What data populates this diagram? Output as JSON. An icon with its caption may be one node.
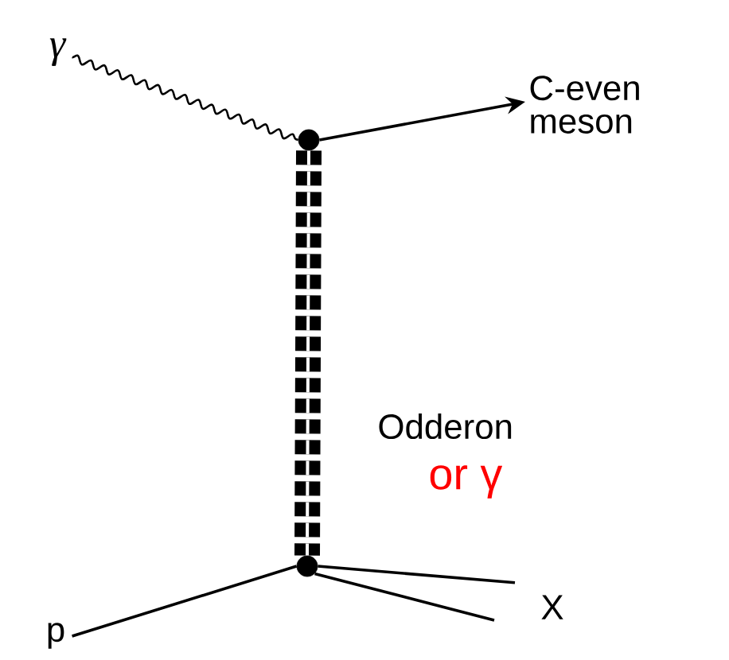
{
  "diagram": {
    "nodes": [
      {
        "text": [
          "γ"
        ]
      },
      {
        "text": [],
        "shape": "circle"
      },
      {
        "text": [
          "C-even meson"
        ]
      },
      {
        "text": [],
        "shape": "circle"
      },
      {
        "text": [
          "p"
        ]
      },
      {
        "text": [
          "X"
        ]
      }
    ],
    "edges": [
      {
        "from": 0,
        "to": 1,
        "arrow": "none"
      },
      {
        "from": 1,
        "to": 2,
        "arrow": "to"
      },
      {
        "from": 1,
        "to": 3,
        "arrow": "none",
        "style": "dashed"
      },
      {
        "from": 4,
        "to": 3,
        "arrow": "none"
      },
      {
        "from": 3,
        "to": 5,
        "arrow": "none"
      },
      {
        "from": 3,
        "to": 5,
        "arrow": "none"
      }
    ],
    "labels": [
      "Odderon",
      "or γ"
    ]
  }
}
